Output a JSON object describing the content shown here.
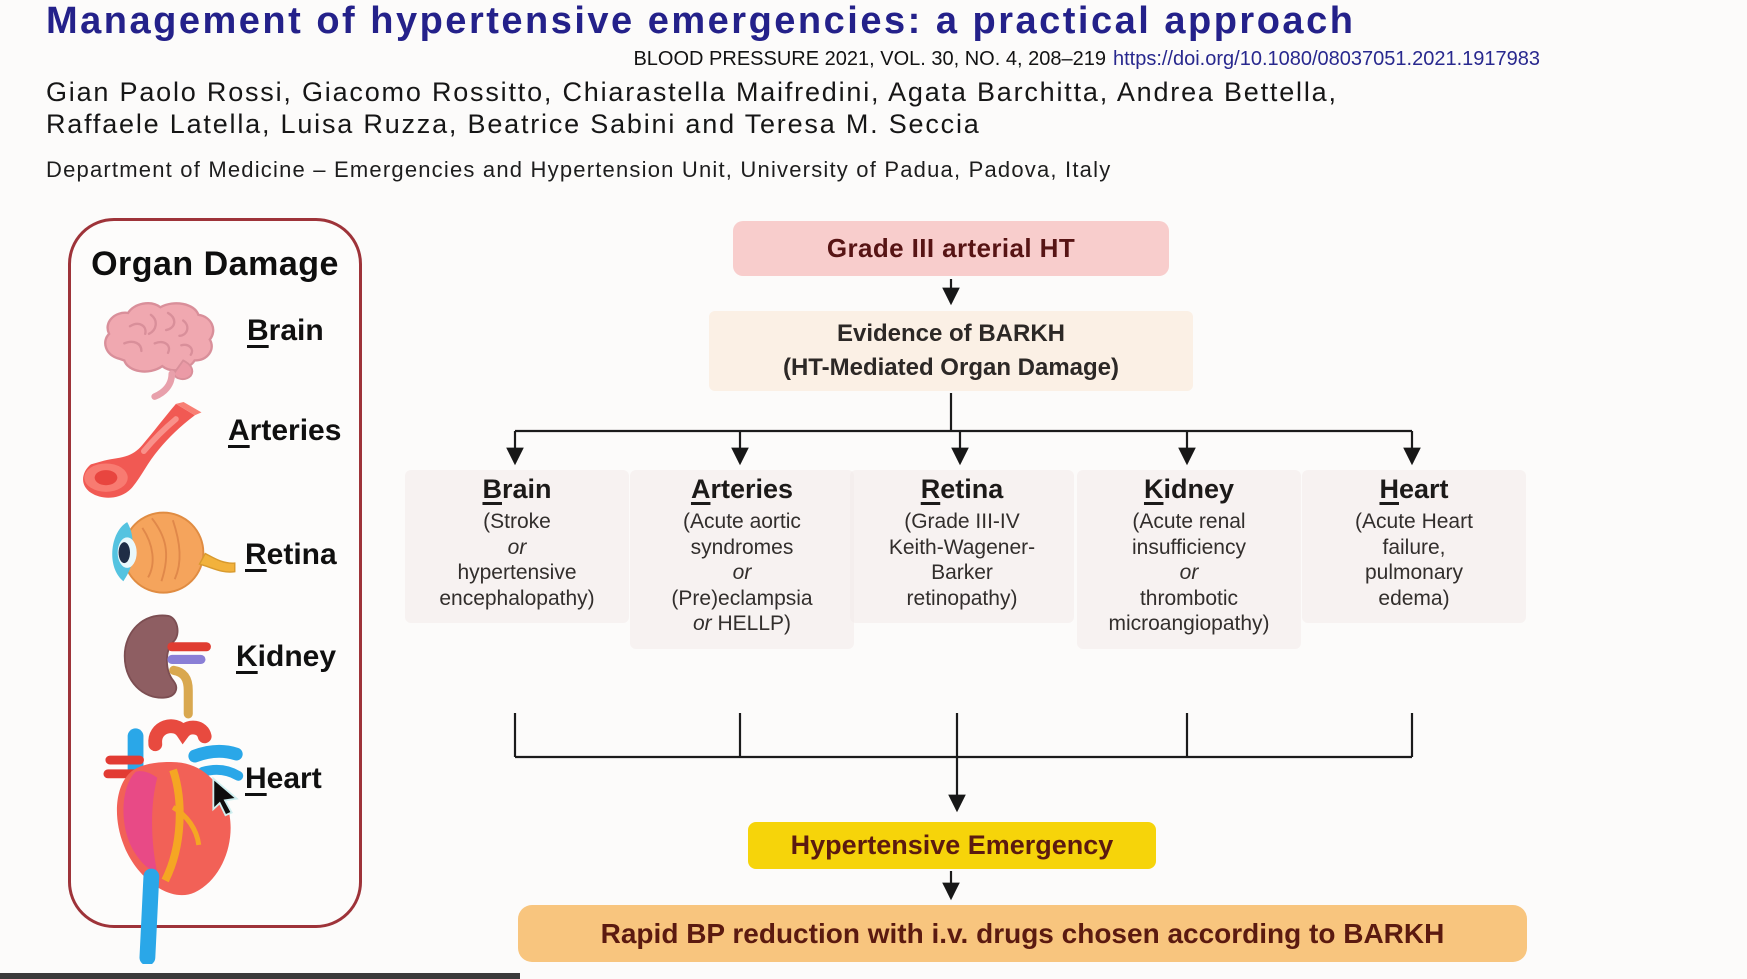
{
  "slide": {
    "title": "Management of hypertensive emergencies: a practical approach",
    "citation": {
      "text": "BLOOD PRESSURE 2021, VOL. 30, NO. 4, 208–219",
      "link": "https://doi.org/10.1080/08037051.2021.1917983"
    },
    "authors_line1": "Gian Paolo Rossi, Giacomo Rossitto, Chiarastella Maifredini, Agata Barchitta, Andrea Bettella,",
    "authors_line2": "Raffaele Latella, Luisa Ruzza, Beatrice Sabini and Teresa M. Seccia",
    "affiliation": "Department of Medicine – Emergencies and Hypertension Unit, University of Padua, Padova, Italy"
  },
  "organ_panel": {
    "title": "Organ Damage",
    "items": [
      {
        "name": "brain",
        "initial": "B",
        "rest": "rain"
      },
      {
        "name": "arteries",
        "initial": "A",
        "rest": "rteries"
      },
      {
        "name": "retina",
        "initial": "R",
        "rest": "etina"
      },
      {
        "name": "kidney",
        "initial": "K",
        "rest": "idney"
      },
      {
        "name": "heart",
        "initial": "H",
        "rest": "eart"
      }
    ]
  },
  "flowchart": {
    "top_box": "Grade III arterial HT",
    "evidence_box": {
      "line1": "Evidence of BARKH",
      "line2": "(HT-Mediated Organ Damage)"
    },
    "columns": [
      {
        "name": "brain",
        "initial": "B",
        "rest": "rain",
        "lines": [
          [
            {
              "t": "(Stroke"
            }
          ],
          [
            {
              "t": "or",
              "i": true
            }
          ],
          [
            {
              "t": "hypertensive"
            }
          ],
          [
            {
              "t": "encephalopathy)"
            }
          ]
        ]
      },
      {
        "name": "arteries",
        "initial": "A",
        "rest": "rteries",
        "lines": [
          [
            {
              "t": "(Acute aortic"
            }
          ],
          [
            {
              "t": "syndromes"
            }
          ],
          [
            {
              "t": "or",
              "i": true
            }
          ],
          [
            {
              "t": "(Pre)eclampsia"
            }
          ],
          [
            {
              "t": "or",
              "i": true
            },
            {
              "t": " HELLP)"
            }
          ]
        ]
      },
      {
        "name": "retina",
        "initial": "R",
        "rest": "etina",
        "lines": [
          [
            {
              "t": "(Grade III-IV"
            }
          ],
          [
            {
              "t": "Keith-Wagener-"
            }
          ],
          [
            {
              "t": "Barker"
            }
          ],
          [
            {
              "t": "retinopathy)"
            }
          ]
        ]
      },
      {
        "name": "kidney",
        "initial": "K",
        "rest": "idney",
        "lines": [
          [
            {
              "t": "(Acute renal"
            }
          ],
          [
            {
              "t": "insufficiency"
            }
          ],
          [
            {
              "t": "or",
              "i": true
            }
          ],
          [
            {
              "t": "thrombotic"
            }
          ],
          [
            {
              "t": "microangiopathy)"
            }
          ]
        ]
      },
      {
        "name": "heart",
        "initial": "H",
        "rest": "eart",
        "lines": [
          [
            {
              "t": "(Acute Heart"
            }
          ],
          [
            {
              "t": "failure,"
            }
          ],
          [
            {
              "t": "pulmonary"
            }
          ],
          [
            {
              "t": "edema)"
            }
          ]
        ]
      }
    ],
    "emergency_box": "Hypertensive Emergency",
    "action_box": "Rapid BP reduction with i.v. drugs chosen according to BARKH"
  },
  "colors": {
    "title_navy": "#24218a",
    "link_navy": "#28288e",
    "panel_border_red": "#9e3339",
    "pink_box": "#f8cdcc",
    "cream_box": "#fbf0e5",
    "yellow_box": "#f6d40a",
    "orange_box": "#f8c57e",
    "box_text_maroon": "#5b1a10"
  }
}
